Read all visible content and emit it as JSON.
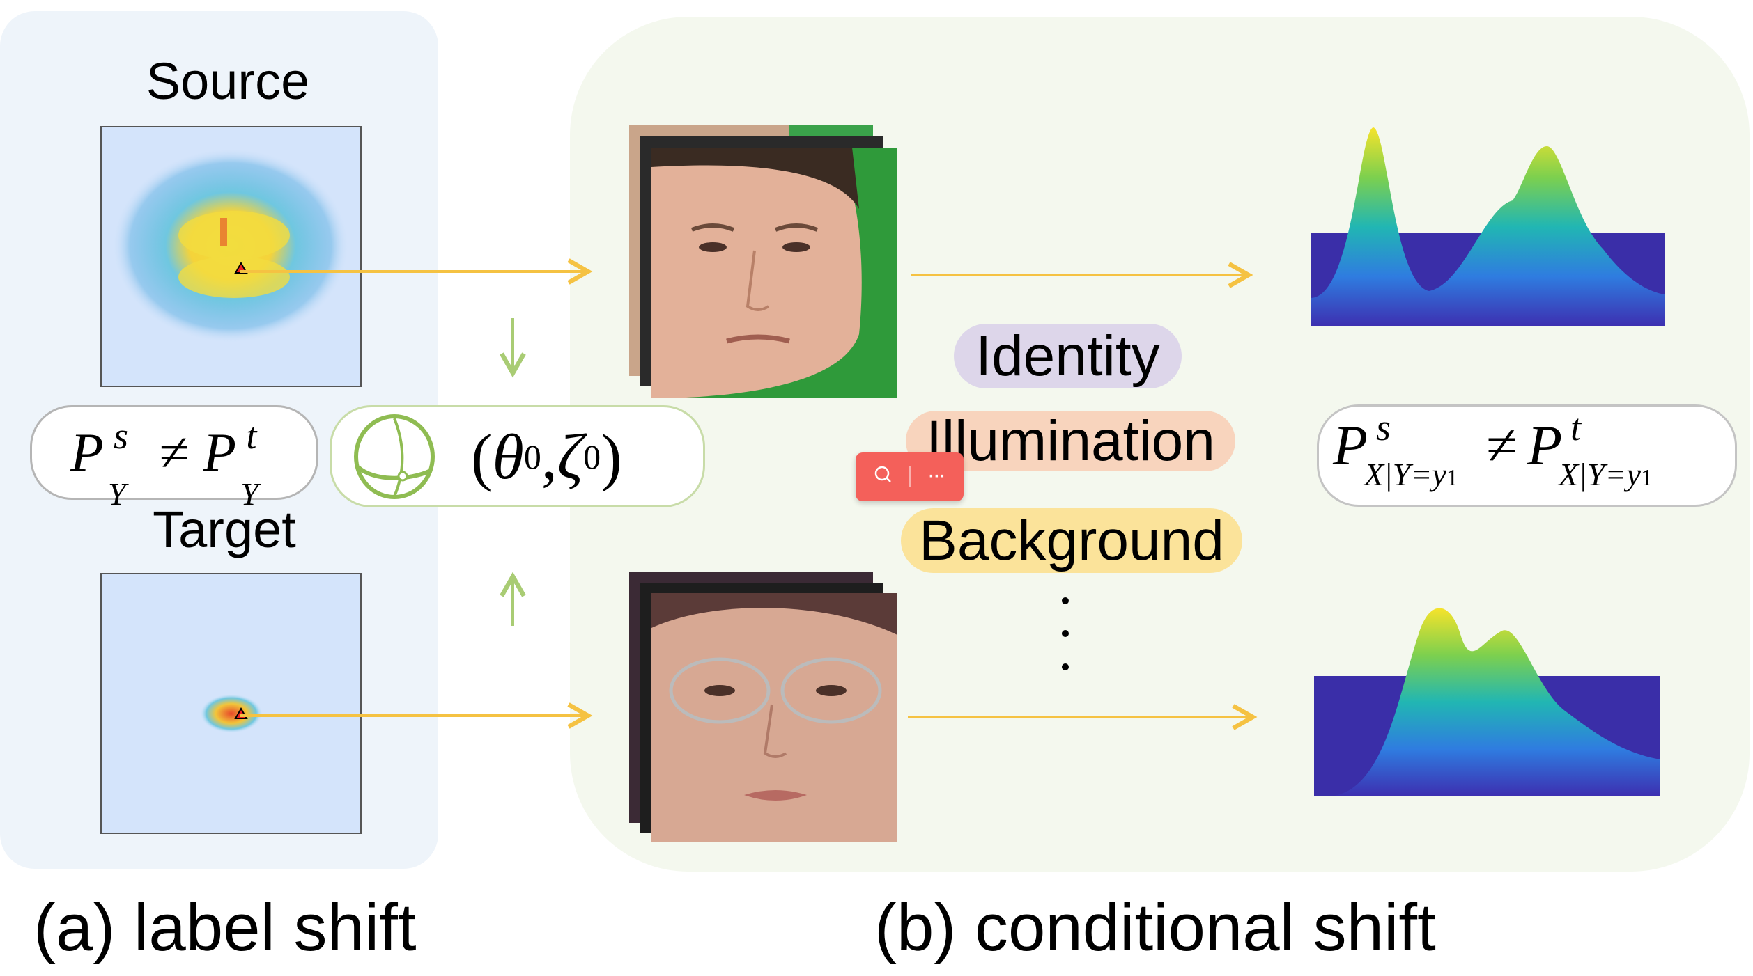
{
  "panel_a": {
    "source_title": "Source",
    "target_title": "Target",
    "formula": {
      "lhs": "P",
      "lhs_sup": "s",
      "lhs_sub": "Y",
      "neq": "≠",
      "rhs": "P",
      "rhs_sup": "t",
      "rhs_sub": "Y"
    },
    "param": {
      "open": "(",
      "theta": "θ",
      "theta_sub": "0",
      "comma": ",",
      "zeta": "ζ",
      "zeta_sub": "0",
      "close": ")"
    },
    "caption": "(a) label shift"
  },
  "panel_b": {
    "factors": [
      "Identity",
      "Illumination",
      "Background"
    ],
    "factor_colors": [
      "#ddd6ea",
      "#f8d4bd",
      "#fbe39a"
    ],
    "formula": {
      "lhs": "P",
      "lhs_sup": "s",
      "lhs_sub": "X|Y=y",
      "lhs_sub_idx": "1",
      "neq": "≠",
      "rhs": "P",
      "rhs_sup": "t",
      "rhs_sub": "X|Y=y",
      "rhs_sub_idx": "1"
    },
    "caption": "(b) conditional shift"
  },
  "colors": {
    "arrow": "#f5c242",
    "green_arrow": "#a9cc74",
    "sphere": "#8fbc52",
    "toolbar": "#f4605a"
  },
  "toolbar": {
    "search_icon": "search-icon",
    "more_icon": "more-icon",
    "more_label": "···"
  }
}
